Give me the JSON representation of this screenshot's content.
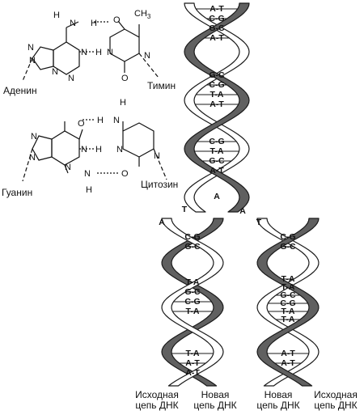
{
  "molecules": {
    "adenine": "Аденин",
    "thymine": "Тимин",
    "guanine": "Гуанин",
    "cytosine": "Цитозин",
    "atoms": {
      "N": "N",
      "H": "H",
      "O": "O",
      "CH3": "CH",
      "CH3_sub": "3"
    }
  },
  "helix": {
    "top_pairs": [
      "A-T",
      "C-G",
      "G-C",
      "A-T",
      "G-C",
      "C-G",
      "T-A",
      "A-T",
      "C-G",
      "T-A",
      "G-C",
      "A-T"
    ],
    "fork_letters": [
      "A",
      "T",
      "A",
      "T"
    ],
    "left_daughter_pairs": [
      "C-G",
      "G-C",
      "T-A",
      "G-C",
      "C-G",
      "T-A",
      "T-A",
      "A-T",
      "A-T"
    ],
    "right_daughter_pairs": [
      "C-G",
      "G-C",
      "T-A",
      "T-A",
      "G-C",
      "C-G",
      "T-A",
      "T-A",
      "A-T",
      "A-T"
    ]
  },
  "labels": {
    "original_strand_left": [
      "Исходная",
      "цепь ДНК"
    ],
    "new_strand_left": [
      "Новая",
      "цепь ДНК"
    ],
    "new_strand_right": [
      "Новая",
      "цепь ДНК"
    ],
    "original_strand_right": [
      "Исходная",
      "цепь ДНК"
    ]
  },
  "colors": {
    "original_strand": "#606060",
    "new_strand": "#ffffff",
    "outline": "#1a1a1a"
  }
}
